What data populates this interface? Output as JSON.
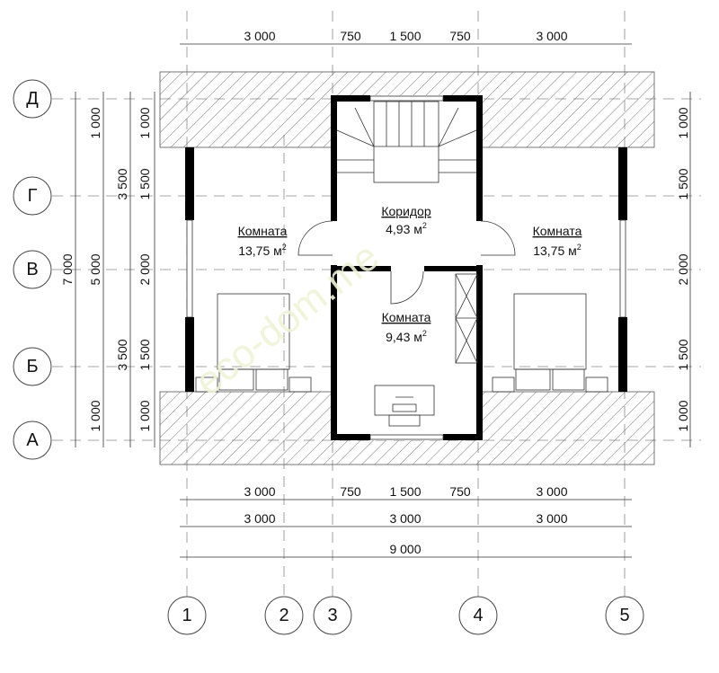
{
  "axes": {
    "columns": [
      "1",
      "2",
      "3",
      "4",
      "5"
    ],
    "rows": [
      "Д",
      "Г",
      "В",
      "Б",
      "А"
    ]
  },
  "dimensions": {
    "top": [
      "3 000",
      "750",
      "1 500",
      "750",
      "3 000"
    ],
    "bottom_row1": [
      "3 000",
      "750",
      "1 500",
      "750",
      "3 000"
    ],
    "bottom_row2": [
      "3 000",
      "3 000",
      "3 000"
    ],
    "bottom_total": "9 000",
    "left_total": "7 000",
    "left_mid": [
      "1 000",
      "5 000",
      "1 000"
    ],
    "left_half": [
      "3 500",
      "3 500"
    ],
    "left_detail": [
      "1 000",
      "1 500",
      "2 000",
      "1 500",
      "1 000"
    ],
    "right_detail": [
      "1 000",
      "1 500",
      "2 000",
      "1 500",
      "1 000"
    ]
  },
  "rooms": [
    {
      "name": "Комната",
      "area": "13,75 м",
      "sup": "2"
    },
    {
      "name": "Коридор",
      "area": "4,93 м",
      "sup": "2"
    },
    {
      "name": "Комната",
      "area": "13,75 м",
      "sup": "2"
    },
    {
      "name": "Комната",
      "area": "9,43 м",
      "sup": "2"
    }
  ],
  "watermark": "eco-dom.me"
}
